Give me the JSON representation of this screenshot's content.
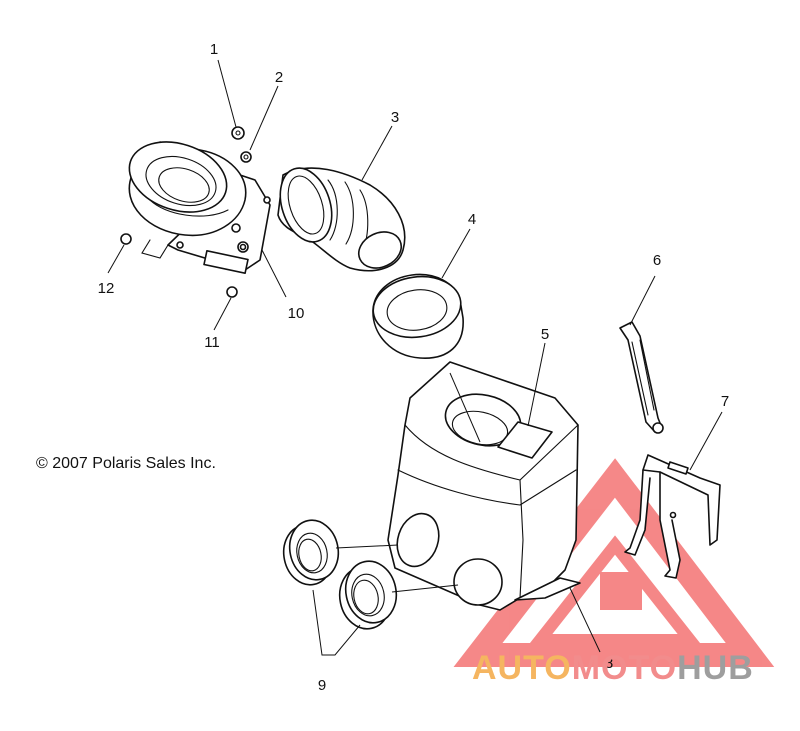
{
  "copyright": "© 2007 Polaris Sales Inc.",
  "watermark": {
    "word_auto": "AUTO",
    "word_moto": "MOTO",
    "word_hub": "HUB",
    "color_auto": "#f5b560",
    "color_moto": "#f28c8c",
    "color_hub": "#9e9e9e",
    "triangle_color": "#f26060"
  },
  "callouts": [
    {
      "id": "1",
      "label": "1"
    },
    {
      "id": "2",
      "label": "2"
    },
    {
      "id": "3",
      "label": "3"
    },
    {
      "id": "4",
      "label": "4"
    },
    {
      "id": "5",
      "label": "5"
    },
    {
      "id": "6",
      "label": "6"
    },
    {
      "id": "7",
      "label": "7"
    },
    {
      "id": "8",
      "label": "8"
    },
    {
      "id": "9",
      "label": "9"
    },
    {
      "id": "10",
      "label": "10"
    },
    {
      "id": "11",
      "label": "11"
    },
    {
      "id": "12",
      "label": "12"
    }
  ]
}
